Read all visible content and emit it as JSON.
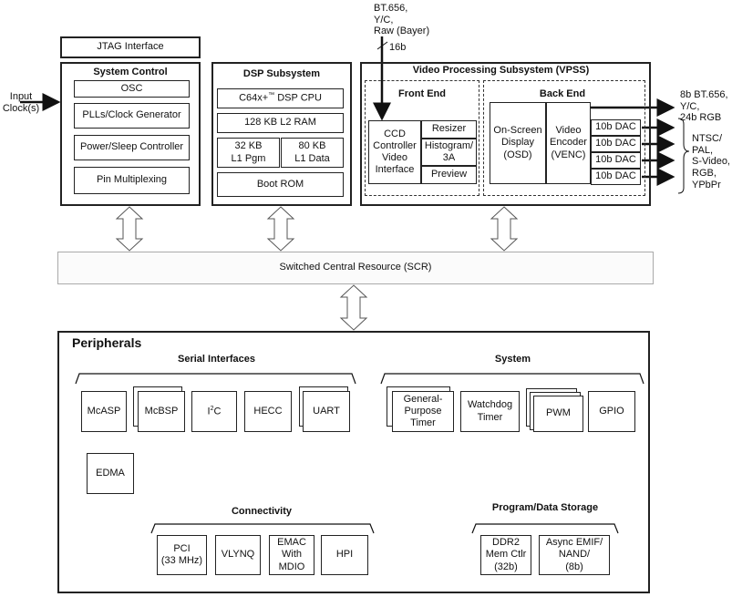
{
  "inputs": {
    "video_in": "BT.656,\nY/C,\nRaw (Bayer)",
    "bus_width": "16b",
    "clock_in": "Input\nClock(s)"
  },
  "outputs": {
    "digital": "8b BT.656,\nY/C,\n24b RGB",
    "analog": "NTSC/\nPAL,\nS-Video,\nRGB,\nYPbPr"
  },
  "jtag": "JTAG Interface",
  "system_control": {
    "title": "System Control",
    "items": [
      "OSC",
      "PLLs/Clock Generator",
      "Power/Sleep Controller",
      "Pin Multiplexing"
    ]
  },
  "dsp": {
    "title": "DSP Subsystem",
    "cpu": "C64x+",
    "cpu_tm": "™",
    "cpu_suffix": " DSP CPU",
    "l2": "128 KB L2 RAM",
    "l1p": "32 KB\nL1 Pgm",
    "l1d": "80 KB\nL1 Data",
    "boot": "Boot ROM"
  },
  "vpss": {
    "title": "Video Processing Subsystem (VPSS)",
    "front_end": {
      "title": "Front End",
      "ccdc": "CCD\nController\nVideo\nInterface",
      "resizer": "Resizer",
      "histogram": "Histogram/\n3A",
      "preview": "Preview"
    },
    "back_end": {
      "title": "Back End",
      "osd": "On-Screen\nDisplay\n(OSD)",
      "venc": "Video\nEncoder\n(VENC)",
      "dacs": [
        "10b DAC",
        "10b DAC",
        "10b DAC",
        "10b DAC"
      ]
    }
  },
  "scr": "Switched Central Resource (SCR)",
  "peripherals": {
    "title": "Peripherals",
    "serial": {
      "title": "Serial Interfaces",
      "mcasp": "McASP",
      "mcbsp": "McBSP",
      "i2c_main": "I",
      "i2c_sup": "2",
      "i2c_tail": "C",
      "hecc": "HECC",
      "uart": "UART"
    },
    "edma": "EDMA",
    "system": {
      "title": "System",
      "gp_timer": "General-\nPurpose\nTimer",
      "watchdog": "Watchdog\nTimer",
      "pwm": "PWM",
      "gpio": "GPIO"
    },
    "connectivity": {
      "title": "Connectivity",
      "pci": "PCI\n(33 MHz)",
      "vlynq": "VLYNQ",
      "emac": "EMAC\nWith\nMDIO",
      "hpi": "HPI"
    },
    "storage": {
      "title": "Program/Data Storage",
      "ddr2": "DDR2\nMem Ctlr\n(32b)",
      "emif": "Async EMIF/\nNAND/\n(8b)"
    }
  }
}
